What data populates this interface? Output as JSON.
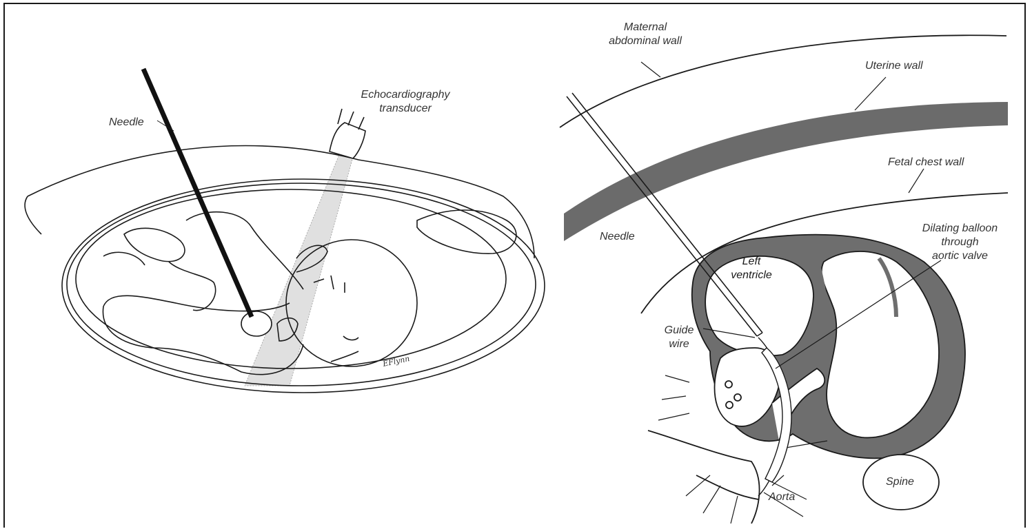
{
  "left_panel": {
    "labels": {
      "needle": "Needle",
      "transducer_line1": "Echocardiography",
      "transducer_line2": "transducer"
    },
    "signature": "EFlynn"
  },
  "right_panel": {
    "labels": {
      "maternal_line1": "Maternal",
      "maternal_line2": "abdominal wall",
      "uterine": "Uterine wall",
      "fetal_chest": "Fetal chest wall",
      "needle": "Needle",
      "balloon_line1": "Dilating balloon",
      "balloon_line2": "through",
      "balloon_line3": "aortic valve",
      "lv_line1": "Left",
      "lv_line2": "ventricle",
      "guide_line1": "Guide",
      "guide_line2": "wire",
      "aorta": "Aorta",
      "spine": "Spine"
    }
  },
  "colors": {
    "line": "#1a1a1a",
    "uterine_wall": "#6b6b6b",
    "heart_muscle": "#6e6e6e",
    "ultrasound_beam": "#d9d9d9"
  }
}
